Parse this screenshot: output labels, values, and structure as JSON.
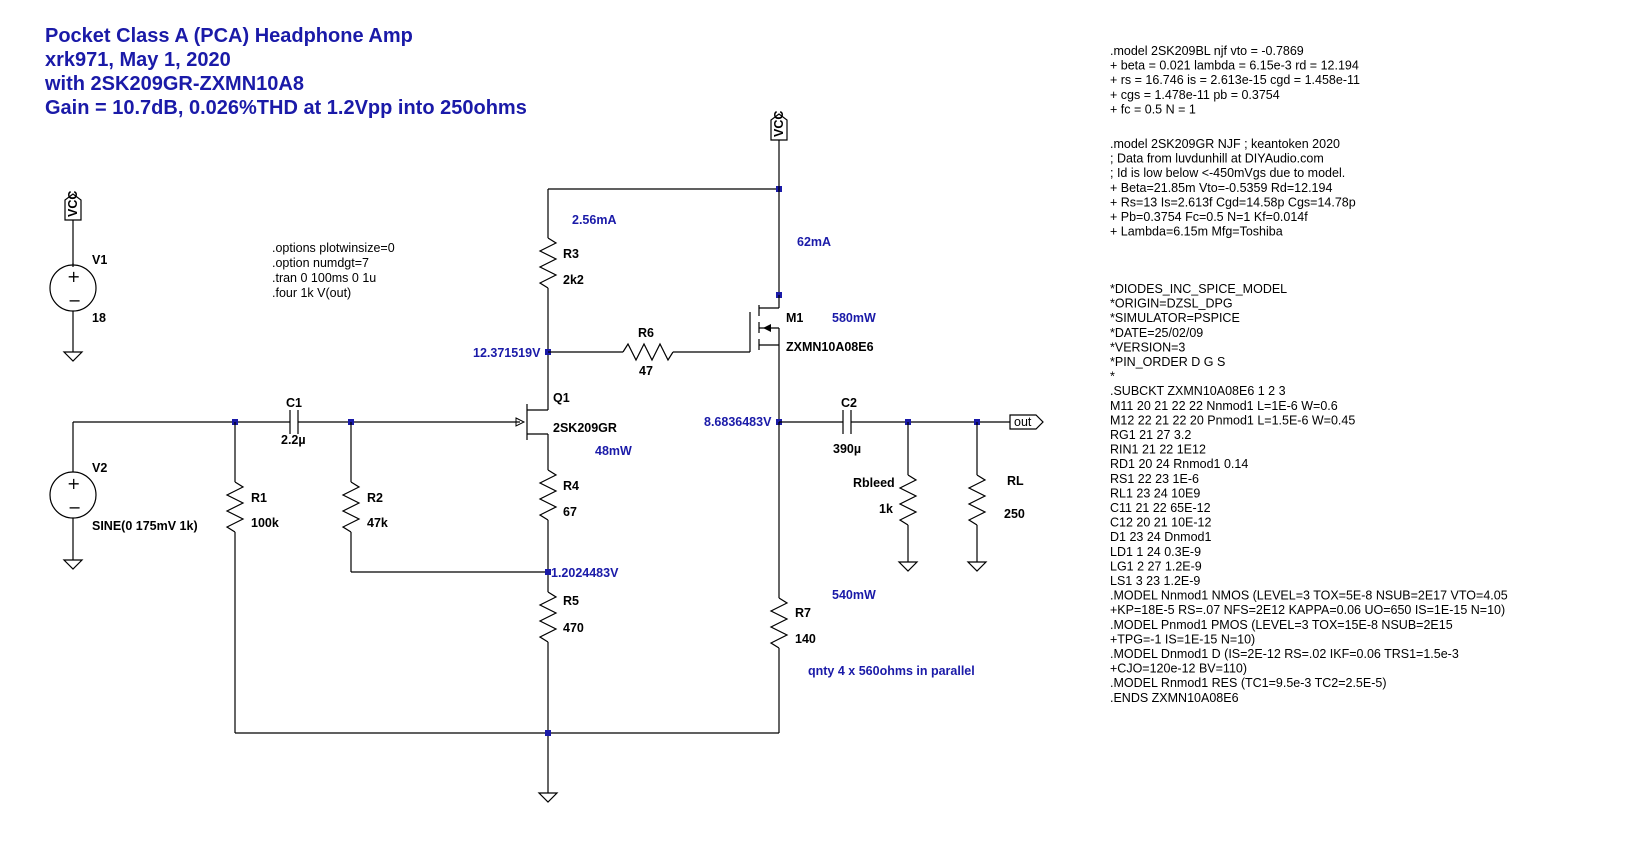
{
  "title": {
    "line1": "Pocket Class A (PCA) Headphone Amp",
    "line2": "xrk971, May 1, 2020",
    "line3": "with 2SK209GR-ZXMN10A8",
    "line4": "Gain = 10.7dB, 0.026%THD at 1.2Vpp into 250ohms"
  },
  "directives": [
    ".options plotwinsize=0",
    ".option numdgt=7",
    ".tran 0 100ms 0 1u",
    ".four 1k V(out)"
  ],
  "components": {
    "V1": {
      "name": "V1",
      "value": "18"
    },
    "V2": {
      "name": "V2",
      "value": "SINE(0 175mV 1k)"
    },
    "C1": {
      "name": "C1",
      "value": "2.2µ"
    },
    "C2": {
      "name": "C2",
      "value": "390µ"
    },
    "R1": {
      "name": "R1",
      "value": "100k"
    },
    "R2": {
      "name": "R2",
      "value": "47k"
    },
    "R3": {
      "name": "R3",
      "value": "2k2"
    },
    "R4": {
      "name": "R4",
      "value": "67"
    },
    "R5": {
      "name": "R5",
      "value": "470"
    },
    "R6": {
      "name": "R6",
      "value": "47"
    },
    "R7": {
      "name": "R7",
      "value": "140"
    },
    "Rbleed": {
      "name": "Rbleed",
      "value": "1k"
    },
    "RL": {
      "name": "RL",
      "value": "250"
    },
    "Q1": {
      "name": "Q1",
      "value": "2SK209GR"
    },
    "M1": {
      "name": "M1",
      "value": "ZXMN10A08E6"
    }
  },
  "vcc_label": "VCC",
  "out_label": "out",
  "annotations": {
    "i_r3": "2.56mA",
    "i_m1": "62mA",
    "p_m1": "580mW",
    "p_q1": "48mW",
    "p_r7": "540mW",
    "v_gate": "12.371519V",
    "v_source": "8.6836483V",
    "v_r5": "1.2024483V",
    "r7_note": "qnty 4 x 560ohms in parallel"
  },
  "models": {
    "block1": [
      ".model 2SK209BL njf vto = -0.7869",
      "+ beta = 0.021 lambda = 6.15e-3 rd = 12.194",
      "+ rs = 16.746 is = 2.613e-15 cgd = 1.458e-11",
      "+ cgs = 1.478e-11 pb = 0.3754",
      "+ fc = 0.5 N = 1"
    ],
    "block2": [
      ".model 2SK209GR NJF ; keantoken 2020",
      "; Data from luvdunhill at DIYAudio.com",
      "; Id is low below <-450mVgs due to model.",
      "+ Beta=21.85m Vto=-0.5359 Rd=12.194",
      "+ Rs=13 Is=2.613f Cgd=14.58p Cgs=14.78p",
      "+ Pb=0.3754 Fc=0.5 N=1 Kf=0.014f",
      "+ Lambda=6.15m Mfg=Toshiba"
    ],
    "block3": [
      "*DIODES_INC_SPICE_MODEL",
      "*ORIGIN=DZSL_DPG",
      "*SIMULATOR=PSPICE",
      "*DATE=25/02/09",
      "*VERSION=3",
      "*PIN_ORDER        D G S",
      "*",
      ".SUBCKT ZXMN10A08E6 1 2 3",
      "M11 20 21 22 22 Nnmod1 L=1E-6 W=0.6",
      "M12 22 21 22 20 Pnmod1 L=1.5E-6 W=0.45",
      "RG1 21 27 3.2",
      "RIN1 21 22 1E12",
      "RD1 20 24 Rnmod1 0.14",
      "RS1 22 23 1E-6",
      "RL1 23 24 10E9",
      "C11 21 22 65E-12",
      "C12 20 21 10E-12",
      "D1 23 24  Dnmod1",
      "LD1 1 24 0.3E-9",
      "LG1 2 27 1.2E-9",
      "LS1 3 23 1.2E-9",
      ".MODEL Nnmod1 NMOS (LEVEL=3 TOX=5E-8 NSUB=2E17 VTO=4.05",
      "+KP=18E-5 RS=.07 NFS=2E12 KAPPA=0.06 UO=650 IS=1E-15 N=10)",
      ".MODEL Pnmod1 PMOS (LEVEL=3 TOX=15E-8 NSUB=2E15",
      "+TPG=-1 IS=1E-15 N=10)",
      ".MODEL Dnmod1 D (IS=2E-12 RS=.02 IKF=0.06 TRS1=1.5e-3",
      "+CJO=120e-12 BV=110)",
      ".MODEL Rnmod1 RES (TC1=9.5e-3 TC2=2.5E-5)",
      ".ENDS ZXMN10A08E6"
    ]
  }
}
